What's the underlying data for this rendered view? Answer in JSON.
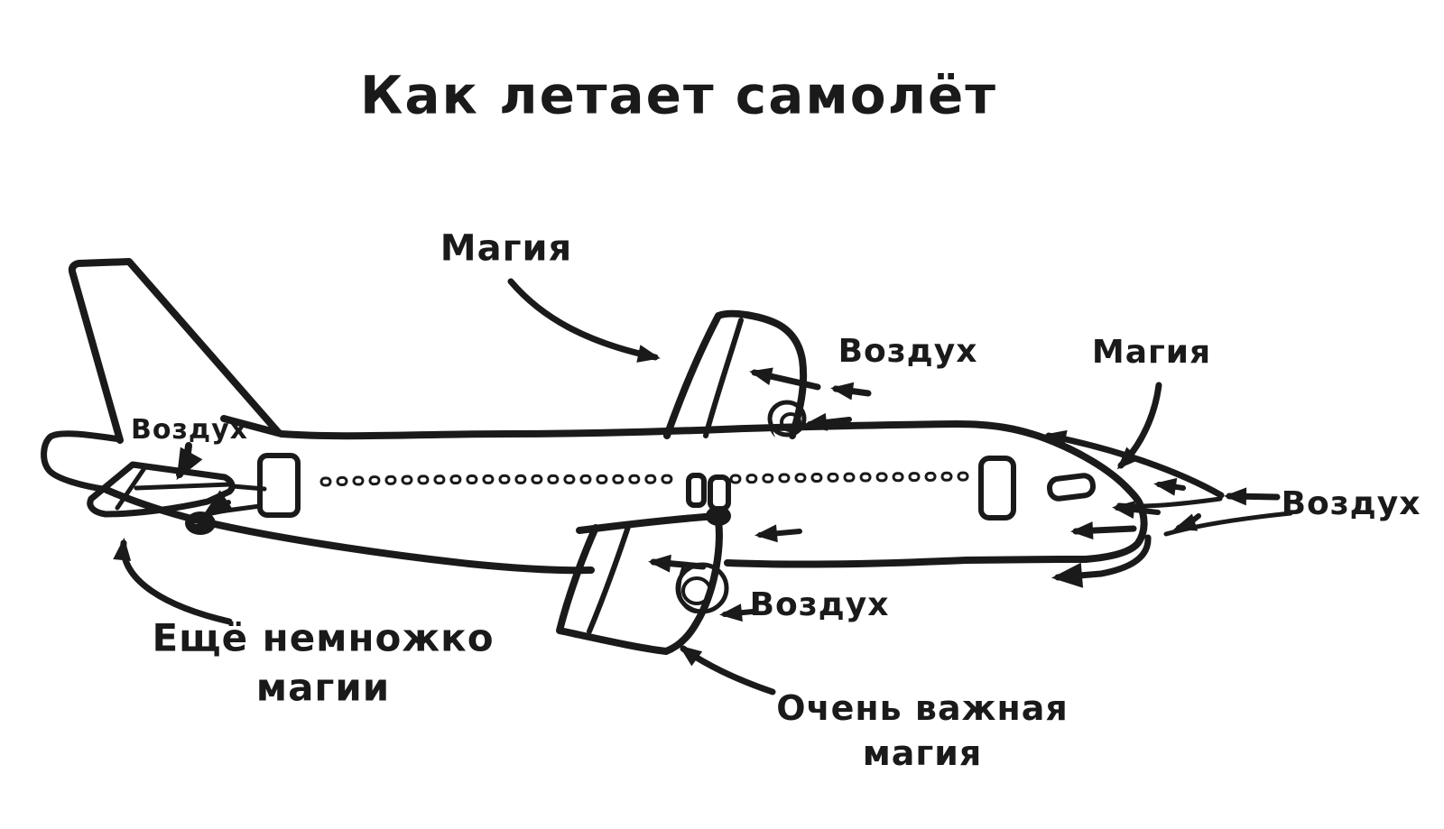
{
  "title": "Как летает самолёт",
  "labels": {
    "magic_top": "Магия",
    "air_top": "Воздух",
    "magic_nose": "Магия",
    "air_nose": "Воздух",
    "air_tail": "Воздух",
    "air_bottom": "Воздух",
    "more_magic": {
      "line1": "Ещё немножко",
      "line2": "магии"
    },
    "important_magic": {
      "line1": "Очень важная",
      "line2": "магия"
    }
  },
  "colors": {
    "ink": "#1a1a1a",
    "background": "#ffffff"
  }
}
